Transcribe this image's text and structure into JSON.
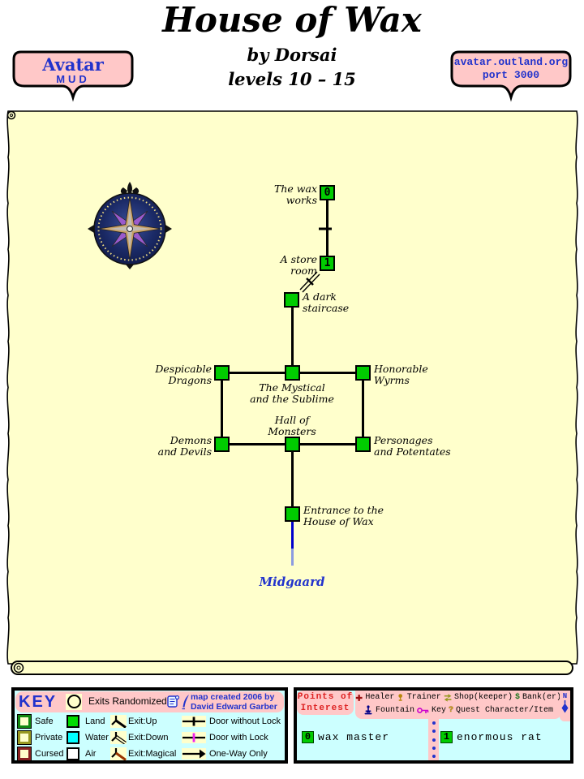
{
  "header": {
    "title": "House of Wax",
    "byline": "by Dorsai",
    "levels": "levels 10 – 15"
  },
  "badges": {
    "left": {
      "title": "Avatar",
      "subtitle": "MUD"
    },
    "right": {
      "host": "avatar.outland.org",
      "port": "port 3000"
    }
  },
  "map": {
    "rooms": {
      "wax_works": {
        "label": "The wax\nworks",
        "number": "0"
      },
      "store_room": {
        "label": "A store\nroom",
        "number": "1"
      },
      "dark_staircase": {
        "label": "A dark\nstaircase"
      },
      "despicable_dragons": {
        "label": "Despicable\nDragons"
      },
      "mystical_sublime": {
        "label": "The Mystical\nand the Sublime"
      },
      "honorable_wyrms": {
        "label": "Honorable\nWyrms"
      },
      "demons_devils": {
        "label": "Demons\nand Devils"
      },
      "hall_of_monsters": {
        "label": "Hall of\nMonsters"
      },
      "personages_potentates": {
        "label": "Personages\nand Potentates"
      },
      "entrance": {
        "label": "Entrance to the\nHouse of Wax"
      }
    },
    "exit_to": "Midgaard"
  },
  "key": {
    "title": "KEY",
    "randomized": "Exits Randomized",
    "credit": "map created 2006 by\nDavid Edward Garber",
    "room_types": [
      {
        "label": "Safe"
      },
      {
        "label": "Private"
      },
      {
        "label": "Cursed"
      }
    ],
    "terrain": [
      {
        "label": "Land"
      },
      {
        "label": "Water"
      },
      {
        "label": "Air"
      }
    ],
    "exits": [
      {
        "label": "Exit:Up"
      },
      {
        "label": "Exit:Down"
      },
      {
        "label": "Exit:Magical"
      }
    ],
    "doors": [
      {
        "label": "Door without Lock"
      },
      {
        "label": "Door with Lock"
      },
      {
        "label": "One-Way Only"
      }
    ]
  },
  "poi": {
    "title": "Points of\nInterest",
    "north": "N",
    "legend1": [
      {
        "label": "Healer"
      },
      {
        "label": "Trainer"
      },
      {
        "label": "Shop(keeper)"
      },
      {
        "label": "Bank(er)"
      }
    ],
    "legend2": [
      {
        "label": "Fountain"
      },
      {
        "label": "Key"
      },
      {
        "label": "Quest Character/Item"
      }
    ],
    "glyphs": {
      "bank": "$",
      "quest": "?"
    },
    "entries": [
      {
        "number": "0",
        "name": "wax master"
      },
      {
        "number": "1",
        "name": "enormous rat"
      }
    ]
  },
  "colors": {
    "parchment": "#FFFFCC",
    "panel": "#CCFFFF",
    "pink": "#FFC8C8",
    "room_green": "#00CC00",
    "water": "#00FFFF",
    "blue_text": "#2233CC",
    "red_text": "#DD2222",
    "lock_magenta": "#EE22EE",
    "magical_brown": "#993300",
    "exit_blue_line": "#0000CC"
  }
}
